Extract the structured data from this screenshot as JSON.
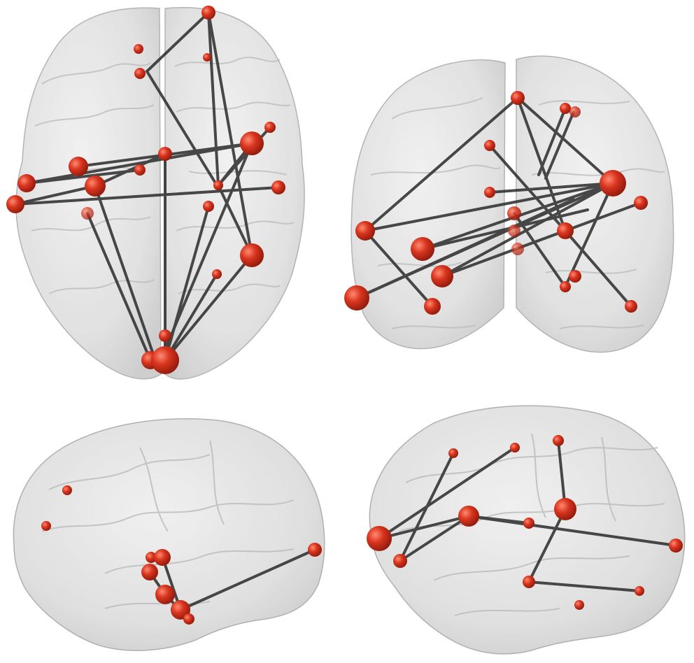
{
  "figure": {
    "panels": [
      {
        "id": "axial-view",
        "view": "axial"
      },
      {
        "id": "coronal-view",
        "view": "coronal"
      },
      {
        "id": "sagittal-left-view",
        "view": "sagittal-left"
      },
      {
        "id": "sagittal-right-view",
        "view": "sagittal-right"
      }
    ]
  },
  "colors": {
    "node": "#d8341e",
    "node_dark": "#8e1a0c",
    "edge": "#2b2b2b",
    "brain_fill": "#d9d9d9",
    "brain_stroke": "#9a9a9a",
    "background": "#ffffff"
  }
}
